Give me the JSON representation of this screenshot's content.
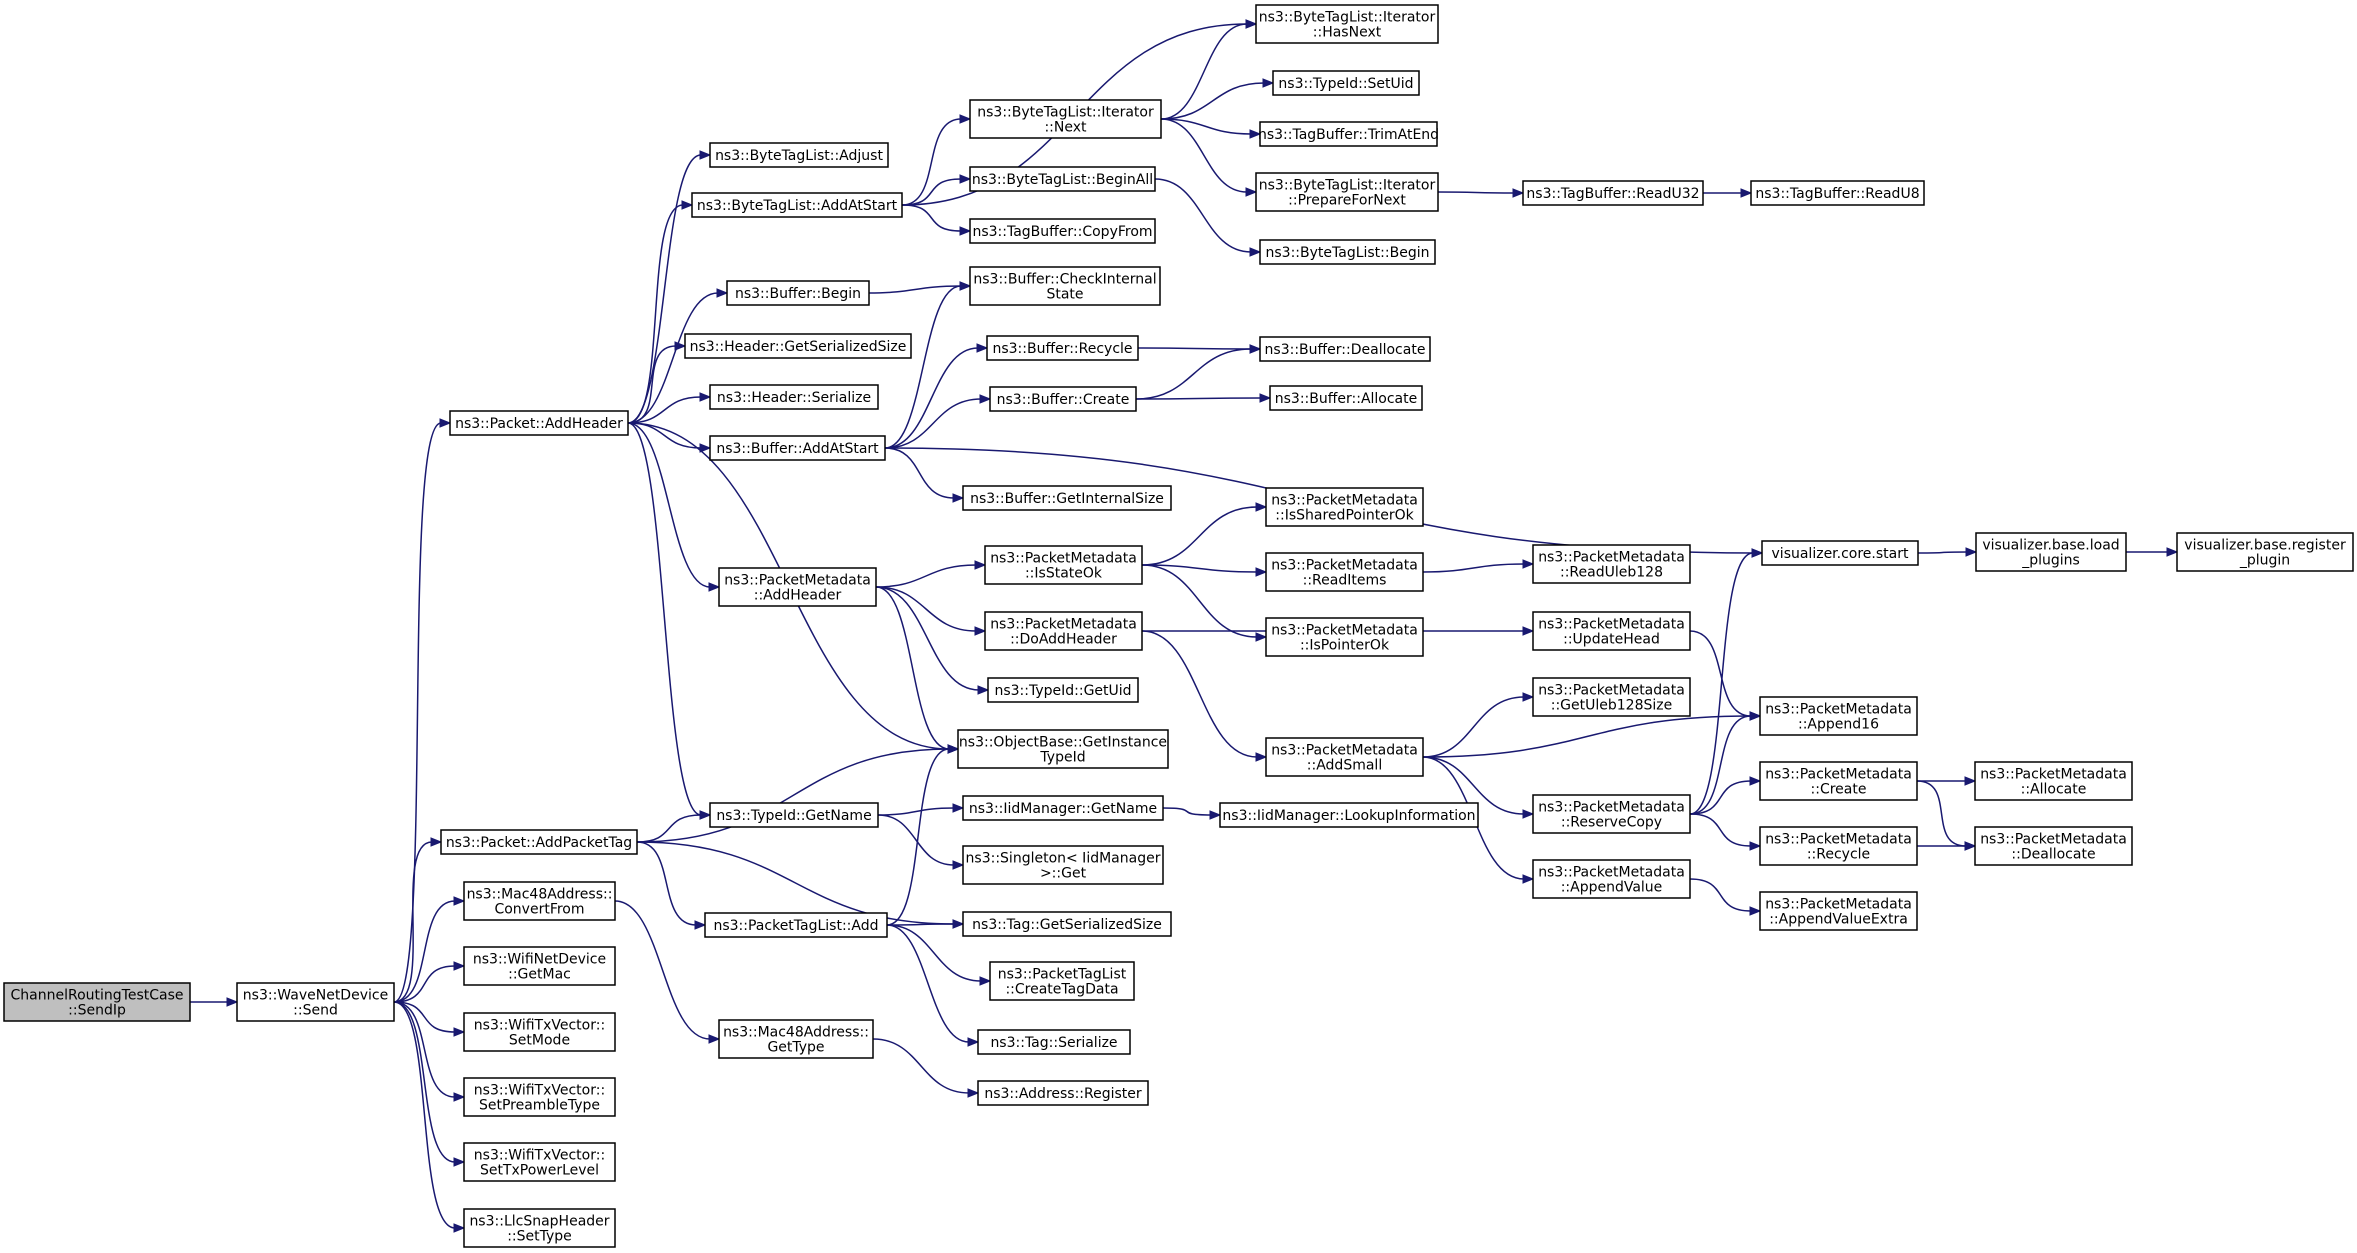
{
  "nodes": [
    {
      "id": "root",
      "lines": [
        "ChannelRoutingTestCase",
        "::SendIp"
      ],
      "root": true
    },
    {
      "id": "wnd_send",
      "lines": [
        "ns3::WaveNetDevice",
        "::Send"
      ]
    },
    {
      "id": "pkt_addheader",
      "lines": [
        "ns3::Packet::AddHeader"
      ]
    },
    {
      "id": "pkt_addpackettag",
      "lines": [
        "ns3::Packet::AddPacketTag"
      ]
    },
    {
      "id": "mac48_convert",
      "lines": [
        "ns3::Mac48Address::",
        "ConvertFrom"
      ]
    },
    {
      "id": "wifi_getmac",
      "lines": [
        "ns3::WifiNetDevice",
        "::GetMac"
      ]
    },
    {
      "id": "txv_setmode",
      "lines": [
        "ns3::WifiTxVector::",
        "SetMode"
      ]
    },
    {
      "id": "txv_setpreamble",
      "lines": [
        "ns3::WifiTxVector::",
        "SetPreambleType"
      ]
    },
    {
      "id": "txv_setpower",
      "lines": [
        "ns3::WifiTxVector::",
        "SetTxPowerLevel"
      ]
    },
    {
      "id": "llc_settype",
      "lines": [
        "ns3::LlcSnapHeader",
        "::SetType"
      ]
    },
    {
      "id": "btl_adjust",
      "lines": [
        "ns3::ByteTagList::Adjust"
      ]
    },
    {
      "id": "btl_addatstart",
      "lines": [
        "ns3::ByteTagList::AddAtStart"
      ]
    },
    {
      "id": "buf_begin",
      "lines": [
        "ns3::Buffer::Begin"
      ]
    },
    {
      "id": "hdr_getsize",
      "lines": [
        "ns3::Header::GetSerializedSize"
      ]
    },
    {
      "id": "hdr_serialize",
      "lines": [
        "ns3::Header::Serialize"
      ]
    },
    {
      "id": "buf_addatstart",
      "lines": [
        "ns3::Buffer::AddAtStart"
      ]
    },
    {
      "id": "pm_addheader",
      "lines": [
        "ns3::PacketMetadata",
        "::AddHeader"
      ]
    },
    {
      "id": "tid_getname",
      "lines": [
        "ns3::TypeId::GetName"
      ]
    },
    {
      "id": "ptl_add",
      "lines": [
        "ns3::PacketTagList::Add"
      ]
    },
    {
      "id": "mac48_gettype",
      "lines": [
        "ns3::Mac48Address::",
        "GetType"
      ]
    },
    {
      "id": "btli_next",
      "lines": [
        "ns3::ByteTagList::Iterator",
        "::Next"
      ]
    },
    {
      "id": "btl_beginall",
      "lines": [
        "ns3::ByteTagList::BeginAll"
      ]
    },
    {
      "id": "tb_copyfrom",
      "lines": [
        "ns3::TagBuffer::CopyFrom"
      ]
    },
    {
      "id": "buf_checkinternal",
      "lines": [
        "ns3::Buffer::CheckInternal",
        "State"
      ]
    },
    {
      "id": "buf_recycle",
      "lines": [
        "ns3::Buffer::Recycle"
      ]
    },
    {
      "id": "buf_create",
      "lines": [
        "ns3::Buffer::Create"
      ]
    },
    {
      "id": "buf_getinternalsize",
      "lines": [
        "ns3::Buffer::GetInternalSize"
      ]
    },
    {
      "id": "pm_isstateok",
      "lines": [
        "ns3::PacketMetadata",
        "::IsStateOk"
      ]
    },
    {
      "id": "pm_doaddheader",
      "lines": [
        "ns3::PacketMetadata",
        "::DoAddHeader"
      ]
    },
    {
      "id": "tid_getuid",
      "lines": [
        "ns3::TypeId::GetUid"
      ]
    },
    {
      "id": "ob_getinstance",
      "lines": [
        "ns3::ObjectBase::GetInstance",
        "TypeId"
      ]
    },
    {
      "id": "iid_getname",
      "lines": [
        "ns3::IidManager::GetName"
      ]
    },
    {
      "id": "singleton_get",
      "lines": [
        "ns3::Singleton< IidManager",
        ">::Get"
      ]
    },
    {
      "id": "tag_getsize",
      "lines": [
        "ns3::Tag::GetSerializedSize"
      ]
    },
    {
      "id": "ptl_createtag",
      "lines": [
        "ns3::PacketTagList",
        "::CreateTagData"
      ]
    },
    {
      "id": "tag_serialize",
      "lines": [
        "ns3::Tag::Serialize"
      ]
    },
    {
      "id": "addr_register",
      "lines": [
        "ns3::Address::Register"
      ]
    },
    {
      "id": "btli_hasnext",
      "lines": [
        "ns3::ByteTagList::Iterator",
        "::HasNext"
      ]
    },
    {
      "id": "tid_setuid",
      "lines": [
        "ns3::TypeId::SetUid"
      ]
    },
    {
      "id": "tb_trimatend",
      "lines": [
        "ns3::TagBuffer::TrimAtEnd"
      ]
    },
    {
      "id": "btli_preparefornext",
      "lines": [
        "ns3::ByteTagList::Iterator",
        "::PrepareForNext"
      ]
    },
    {
      "id": "btl_begin",
      "lines": [
        "ns3::ByteTagList::Begin"
      ]
    },
    {
      "id": "buf_deallocate",
      "lines": [
        "ns3::Buffer::Deallocate"
      ]
    },
    {
      "id": "buf_allocate",
      "lines": [
        "ns3::Buffer::Allocate"
      ]
    },
    {
      "id": "pm_issharedptrok",
      "lines": [
        "ns3::PacketMetadata",
        "::IsSharedPointerOk"
      ]
    },
    {
      "id": "pm_readitems",
      "lines": [
        "ns3::PacketMetadata",
        "::ReadItems"
      ]
    },
    {
      "id": "pm_isptrok",
      "lines": [
        "ns3::PacketMetadata",
        "::IsPointerOk"
      ]
    },
    {
      "id": "pm_addsmall",
      "lines": [
        "ns3::PacketMetadata",
        "::AddSmall"
      ]
    },
    {
      "id": "iid_lookup",
      "lines": [
        "ns3::IidManager::LookupInformation"
      ]
    },
    {
      "id": "tb_readu32",
      "lines": [
        "ns3::TagBuffer::ReadU32"
      ]
    },
    {
      "id": "tb_readu8",
      "lines": [
        "ns3::TagBuffer::ReadU8"
      ]
    },
    {
      "id": "pm_readuleb",
      "lines": [
        "ns3::PacketMetadata",
        "::ReadUleb128"
      ]
    },
    {
      "id": "pm_updatehead",
      "lines": [
        "ns3::PacketMetadata",
        "::UpdateHead"
      ]
    },
    {
      "id": "pm_getuleb",
      "lines": [
        "ns3::PacketMetadata",
        "::GetUleb128Size"
      ]
    },
    {
      "id": "pm_reservecopy",
      "lines": [
        "ns3::PacketMetadata",
        "::ReserveCopy"
      ]
    },
    {
      "id": "pm_appendvalue",
      "lines": [
        "ns3::PacketMetadata",
        "::AppendValue"
      ]
    },
    {
      "id": "viz_core_start",
      "lines": [
        "visualizer.core.start"
      ]
    },
    {
      "id": "pm_append16",
      "lines": [
        "ns3::PacketMetadata",
        "::Append16"
      ]
    },
    {
      "id": "pm_create",
      "lines": [
        "ns3::PacketMetadata",
        "::Create"
      ]
    },
    {
      "id": "pm_recycle",
      "lines": [
        "ns3::PacketMetadata",
        "::Recycle"
      ]
    },
    {
      "id": "pm_appendvalueextra",
      "lines": [
        "ns3::PacketMetadata",
        "::AppendValueExtra"
      ]
    },
    {
      "id": "viz_base_load",
      "lines": [
        "visualizer.base.load",
        "_plugins"
      ]
    },
    {
      "id": "pm_allocate",
      "lines": [
        "ns3::PacketMetadata",
        "::Allocate"
      ]
    },
    {
      "id": "pm_deallocate",
      "lines": [
        "ns3::PacketMetadata",
        "::Deallocate"
      ]
    },
    {
      "id": "viz_base_register",
      "lines": [
        "visualizer.base.register",
        "_plugin"
      ]
    }
  ],
  "edges": [
    [
      "root",
      "wnd_send"
    ],
    [
      "wnd_send",
      "pkt_addheader"
    ],
    [
      "wnd_send",
      "pkt_addpackettag"
    ],
    [
      "wnd_send",
      "mac48_convert"
    ],
    [
      "wnd_send",
      "wifi_getmac"
    ],
    [
      "wnd_send",
      "txv_setmode"
    ],
    [
      "wnd_send",
      "txv_setpreamble"
    ],
    [
      "wnd_send",
      "txv_setpower"
    ],
    [
      "wnd_send",
      "llc_settype"
    ],
    [
      "pkt_addheader",
      "btl_adjust"
    ],
    [
      "pkt_addheader",
      "btl_addatstart"
    ],
    [
      "pkt_addheader",
      "buf_begin"
    ],
    [
      "pkt_addheader",
      "hdr_getsize"
    ],
    [
      "pkt_addheader",
      "hdr_serialize"
    ],
    [
      "pkt_addheader",
      "buf_addatstart"
    ],
    [
      "pkt_addheader",
      "pm_addheader"
    ],
    [
      "pkt_addheader",
      "ob_getinstance"
    ],
    [
      "pkt_addheader",
      "tid_getname"
    ],
    [
      "pkt_addpackettag",
      "ob_getinstance"
    ],
    [
      "pkt_addpackettag",
      "tid_getname"
    ],
    [
      "pkt_addpackettag",
      "ptl_add"
    ],
    [
      "pkt_addpackettag",
      "tag_getsize"
    ],
    [
      "mac48_convert",
      "mac48_gettype"
    ],
    [
      "btl_addatstart",
      "btli_hasnext"
    ],
    [
      "btl_addatstart",
      "btli_next"
    ],
    [
      "btl_addatstart",
      "btl_beginall"
    ],
    [
      "btl_addatstart",
      "tb_copyfrom"
    ],
    [
      "buf_begin",
      "buf_checkinternal"
    ],
    [
      "buf_addatstart",
      "buf_checkinternal"
    ],
    [
      "buf_addatstart",
      "buf_recycle"
    ],
    [
      "buf_addatstart",
      "buf_create"
    ],
    [
      "buf_addatstart",
      "buf_getinternalsize"
    ],
    [
      "buf_addatstart",
      "viz_core_start"
    ],
    [
      "pm_addheader",
      "pm_isstateok"
    ],
    [
      "pm_addheader",
      "pm_doaddheader"
    ],
    [
      "pm_addheader",
      "tid_getuid"
    ],
    [
      "pm_addheader",
      "ob_getinstance"
    ],
    [
      "tid_getname",
      "iid_getname"
    ],
    [
      "tid_getname",
      "singleton_get"
    ],
    [
      "ptl_add",
      "ob_getinstance"
    ],
    [
      "ptl_add",
      "tag_getsize"
    ],
    [
      "ptl_add",
      "ptl_createtag"
    ],
    [
      "ptl_add",
      "tag_serialize"
    ],
    [
      "mac48_gettype",
      "addr_register"
    ],
    [
      "btli_next",
      "btli_hasnext"
    ],
    [
      "btli_next",
      "tid_setuid"
    ],
    [
      "btli_next",
      "tb_trimatend"
    ],
    [
      "btli_next",
      "btli_preparefornext"
    ],
    [
      "btl_beginall",
      "btl_begin"
    ],
    [
      "buf_recycle",
      "buf_deallocate"
    ],
    [
      "buf_create",
      "buf_deallocate"
    ],
    [
      "buf_create",
      "buf_allocate"
    ],
    [
      "pm_isstateok",
      "pm_issharedptrok"
    ],
    [
      "pm_isstateok",
      "pm_readitems"
    ],
    [
      "pm_isstateok",
      "pm_isptrok"
    ],
    [
      "pm_doaddheader",
      "pm_updatehead"
    ],
    [
      "pm_doaddheader",
      "pm_addsmall"
    ],
    [
      "iid_getname",
      "iid_lookup"
    ],
    [
      "btli_preparefornext",
      "tb_readu32"
    ],
    [
      "tb_readu32",
      "tb_readu8"
    ],
    [
      "pm_readitems",
      "pm_readuleb"
    ],
    [
      "pm_addsmall",
      "pm_getuleb"
    ],
    [
      "pm_addsmall",
      "pm_append16"
    ],
    [
      "pm_addsmall",
      "pm_reservecopy"
    ],
    [
      "pm_addsmall",
      "pm_appendvalue"
    ],
    [
      "pm_updatehead",
      "pm_append16"
    ],
    [
      "pm_reservecopy",
      "viz_core_start"
    ],
    [
      "pm_reservecopy",
      "pm_append16"
    ],
    [
      "pm_reservecopy",
      "pm_create"
    ],
    [
      "pm_reservecopy",
      "pm_recycle"
    ],
    [
      "pm_appendvalue",
      "pm_appendvalueextra"
    ],
    [
      "pm_create",
      "pm_allocate"
    ],
    [
      "pm_create",
      "pm_deallocate"
    ],
    [
      "pm_recycle",
      "pm_deallocate"
    ],
    [
      "viz_core_start",
      "viz_base_load"
    ],
    [
      "viz_base_load",
      "viz_base_register"
    ]
  ]
}
